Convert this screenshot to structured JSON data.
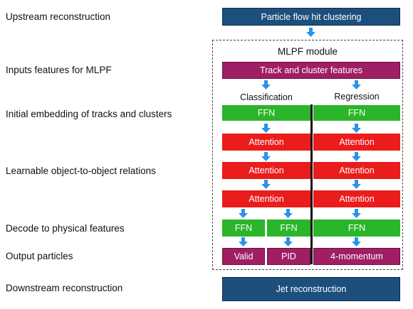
{
  "stage_labels": {
    "upstream": "Upstream reconstruction",
    "inputs": "Inputs features for MLPF",
    "embedding": "Initial embedding of tracks and clusters",
    "relations": "Learnable object-to-object relations",
    "decode": "Decode to physical features",
    "output": "Output particles",
    "downstream": "Downstream reconstruction"
  },
  "boxes": {
    "particle_flow": "Particle flow hit clustering",
    "module_title": "MLPF module",
    "track_cluster": "Track and cluster features",
    "classification": "Classification",
    "regression": "Regression",
    "ffn": "FFN",
    "attention": "Attention",
    "valid": "Valid",
    "pid": "PID",
    "four_momentum": "4-momentum",
    "jet": "Jet reconstruction"
  },
  "colors": {
    "navy": "#1d4f7c",
    "magenta": "#a01e64",
    "green": "#2ab52a",
    "red": "#ea1c1c",
    "arrow": "#2a93e8"
  }
}
